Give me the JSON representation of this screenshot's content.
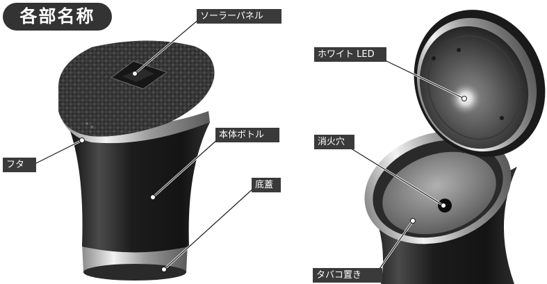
{
  "title": "各部名称",
  "labels": {
    "solar_panel": "ソーラーパネル",
    "lid": "フタ",
    "body_bottle": "本体ボトル",
    "bottom_cover": "底蓋",
    "white_led": "ホワイト LED",
    "extinguish_hole": "消火穴",
    "tobacco_rest": "タバコ置き"
  },
  "colors": {
    "label_bg": "#3a3a3a",
    "label_text": "#ffffff",
    "body": "#1e1e1e",
    "silver_rim": "#c8c8c8"
  }
}
